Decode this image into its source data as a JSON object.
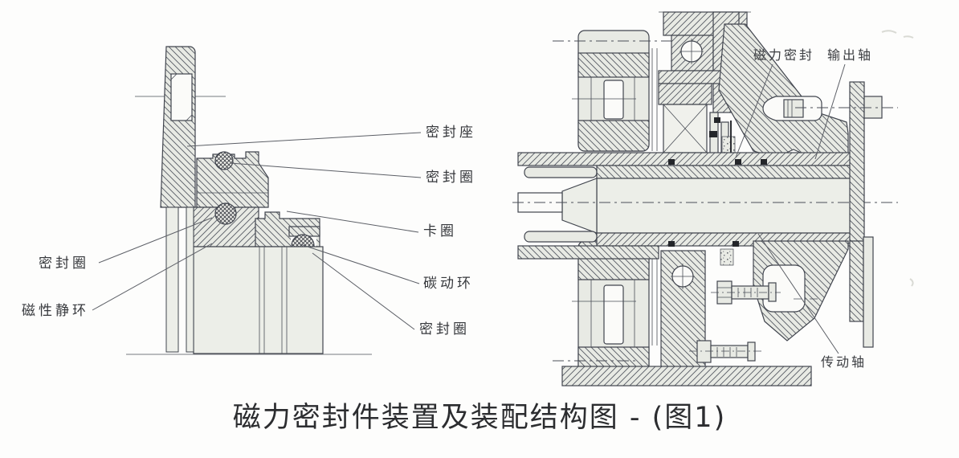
{
  "figure": {
    "caption": "磁力密封件装置及装配结构图 - (图1)",
    "colors": {
      "line": "#41454e",
      "metal_fill": "#e8eae4",
      "background": "#fdfdfc"
    },
    "left_diagram": {
      "labels": {
        "seal_seat": "密封座",
        "seal_ring_top": "密封圈",
        "clamp_ring": "卡圈",
        "carbon_moving_ring": "碳动环",
        "seal_ring_bottom": "密封圈",
        "seal_ring_left": "密封圈",
        "magnetic_static_ring": "磁性静环"
      }
    },
    "right_diagram": {
      "labels": {
        "magnetic_seal": "磁力密封",
        "output_shaft": "输出轴",
        "drive_shaft": "传动轴"
      }
    }
  }
}
